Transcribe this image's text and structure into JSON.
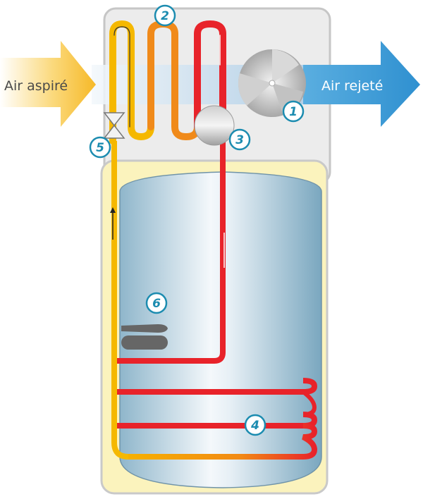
{
  "diagram": {
    "type": "heat-pump-water-heater",
    "arrows": {
      "intake_label": "Air aspiré",
      "exhaust_label": "Air rejeté"
    },
    "components": [
      {
        "number": "1",
        "name": "fan"
      },
      {
        "number": "2",
        "name": "evaporator"
      },
      {
        "number": "3",
        "name": "compressor"
      },
      {
        "number": "4",
        "name": "condenser-coil"
      },
      {
        "number": "5",
        "name": "expansion-valve"
      },
      {
        "number": "6",
        "name": "electric-heating-element"
      }
    ],
    "colors": {
      "hot_refrigerant": "#e8232a",
      "warm_refrigerant": "#f08a1a",
      "cold_refrigerant": "#f5b800",
      "intake_arrow": "#f7c64a",
      "exhaust_arrow": "#3a9ad6",
      "badge_stroke": "#1c8cb0",
      "tank": "#a9c8d8",
      "housing": "#ececec",
      "insulation": "#fbf3bd"
    }
  }
}
